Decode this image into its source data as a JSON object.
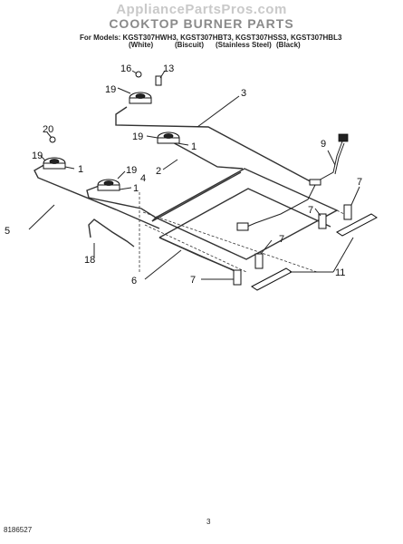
{
  "header": {
    "watermark": "AppliancePartsPros.com",
    "title": "COOKTOP BURNER PARTS",
    "models": "For Models: KGST307HWH3, KGST307HBT3, KGST307HSS3, KGST307HBL3",
    "variants": [
      "(White)",
      "(Biscuit)",
      "(Stainless Steel)",
      "(Black)"
    ]
  },
  "callouts": {
    "c16": "16",
    "c13": "13",
    "c19a": "19",
    "c3": "3",
    "c20": "20",
    "c19b": "19",
    "c1b": "1",
    "c9": "9",
    "c19c": "19",
    "c1c": "1",
    "c2": "2",
    "c19d": "19",
    "c1d": "1",
    "c4": "4",
    "c7a": "7",
    "c7b": "7",
    "c5": "5",
    "c7c": "7",
    "c18": "18",
    "c6": "6",
    "c11": "11",
    "c7d": "7"
  },
  "footer": {
    "part_number": "8186527",
    "page": "3"
  }
}
